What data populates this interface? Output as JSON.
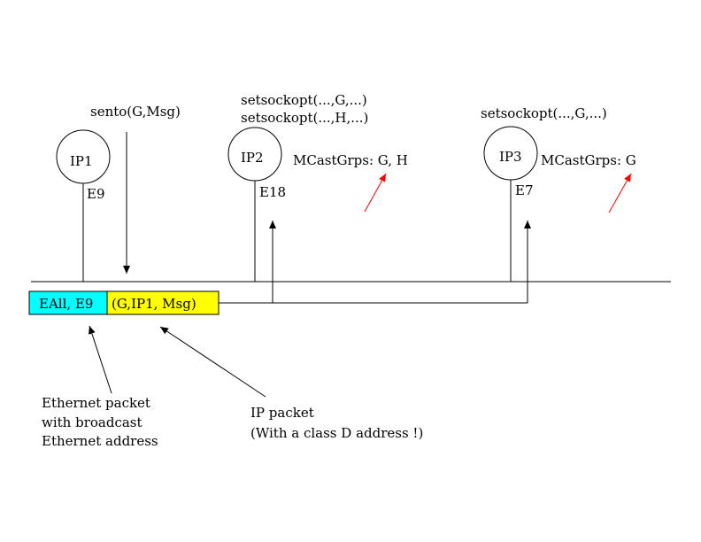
{
  "hosts": [
    {
      "label": "IP1",
      "eth": "E9"
    },
    {
      "label": "IP2",
      "eth": "E18"
    },
    {
      "label": "IP3",
      "eth": "E7"
    }
  ],
  "calls": {
    "send": "sento(G,Msg)",
    "ip2_line1": "setsockopt(...,G,...)",
    "ip2_line2": "setsockopt(...,H,...)",
    "ip3_line1": "setsockopt(...,G,...)"
  },
  "groups": {
    "ip2": "MCastGrps: G, H",
    "ip3": "MCastGrps: G"
  },
  "packet": {
    "ethernet_part": "EAll, E9",
    "ip_part": "(G,IP1, Msg)",
    "ethernet_color": "#00ffff",
    "ip_color": "#ffff00"
  },
  "notes": {
    "ethernet_line1": "Ethernet packet",
    "ethernet_line2": "with broadcast",
    "ethernet_line3": "Ethernet address",
    "ip_line1": "IP packet",
    "ip_line2": "(With a class D address !)"
  },
  "accent_color": "#ff0000"
}
